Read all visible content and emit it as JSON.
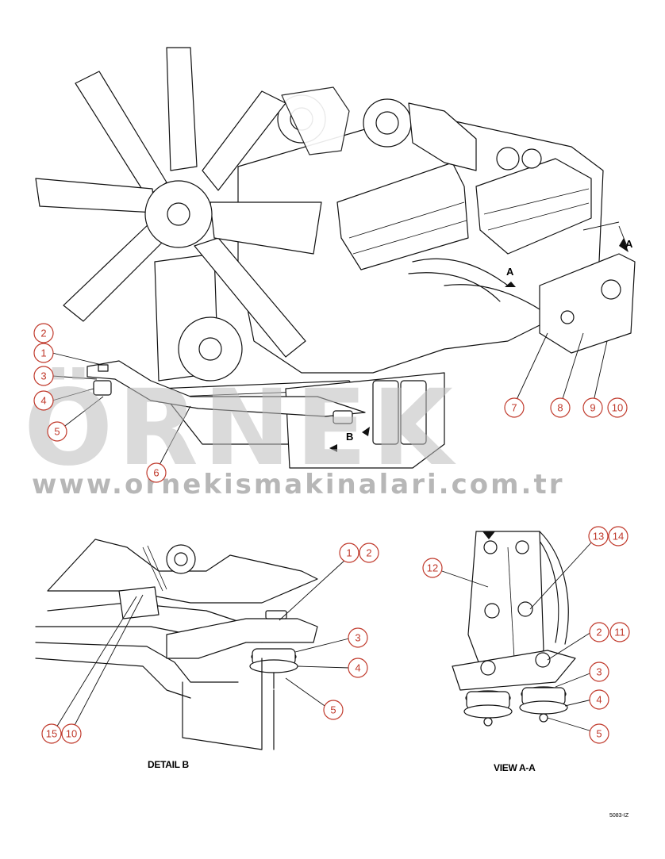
{
  "watermark": {
    "brand": "ÖRNEK",
    "url": "www.ornekismakinalari.com.tr",
    "color": "#bcbcbc"
  },
  "view_markers": {
    "a_top": "A",
    "a_mid": "A",
    "b": "B"
  },
  "captions": {
    "detail_b": "DETAIL B",
    "view_aa": "VIEW A-A"
  },
  "figure_code": "5083-IZ",
  "callout_color": "#c0392b",
  "callouts": {
    "main": [
      "2",
      "1",
      "3",
      "4",
      "5",
      "6",
      "7",
      "8",
      "9",
      "10"
    ],
    "detail_b": [
      "1",
      "2",
      "3",
      "4",
      "5",
      "15",
      "10"
    ],
    "view_aa": [
      "13",
      "14",
      "12",
      "2",
      "11",
      "3",
      "4",
      "5"
    ]
  }
}
